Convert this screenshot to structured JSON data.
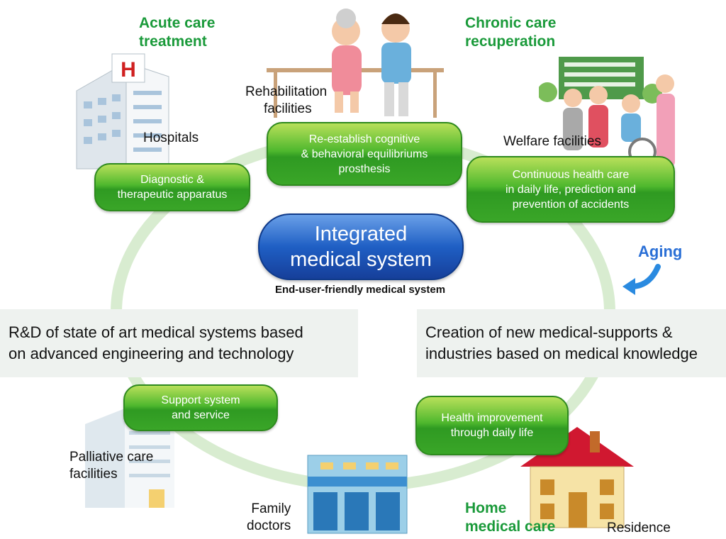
{
  "top_left": {
    "title_line1": "Acute care",
    "title_line2": "treatment",
    "facility": "Hospitals"
  },
  "top_center": {
    "facility_line1": "Rehabilitation",
    "facility_line2": "facilities"
  },
  "top_right": {
    "title_line1": "Chronic care",
    "title_line2": "recuperation",
    "facility": "Welfare facilities"
  },
  "pills": {
    "diagnostic": {
      "line1": "Diagnostic &",
      "line2": "therapeutic apparatus"
    },
    "reestablish": {
      "line1": "Re-establish cognitive",
      "line2": "& behavioral equilibriums",
      "line3": "prosthesis"
    },
    "continuous": {
      "line1": "Continuous  health care",
      "line2": "in daily life, prediction and",
      "line3": "prevention of accidents"
    },
    "support": {
      "line1": "Support system",
      "line2": "and service"
    },
    "health": {
      "line1": "Health improvement",
      "line2": "through daily life"
    }
  },
  "center": {
    "line1": "Integrated",
    "line2": "medical system",
    "subtitle": "End-user-friendly medical system"
  },
  "aging": "Aging",
  "left_band": {
    "line1": "R&D of state of art medical systems based",
    "line2": "on advanced engineering and technology"
  },
  "right_band": {
    "line1": "Creation of new medical-supports &",
    "line2": "industries based on medical knowledge"
  },
  "bottom": {
    "palliative_line1": "Palliative care",
    "palliative_line2": "facilities",
    "family_line1": "Family",
    "family_line2": "doctors",
    "home_line1": "Home",
    "home_line2": "medical care",
    "residence": "Residence"
  },
  "colors": {
    "green_title": "#1a9a3a",
    "pill_green": "#3aa628",
    "central_blue": "#1f5fc4",
    "aging_blue": "#2a6fd6",
    "cycle_ring": "#d8ecd0"
  }
}
